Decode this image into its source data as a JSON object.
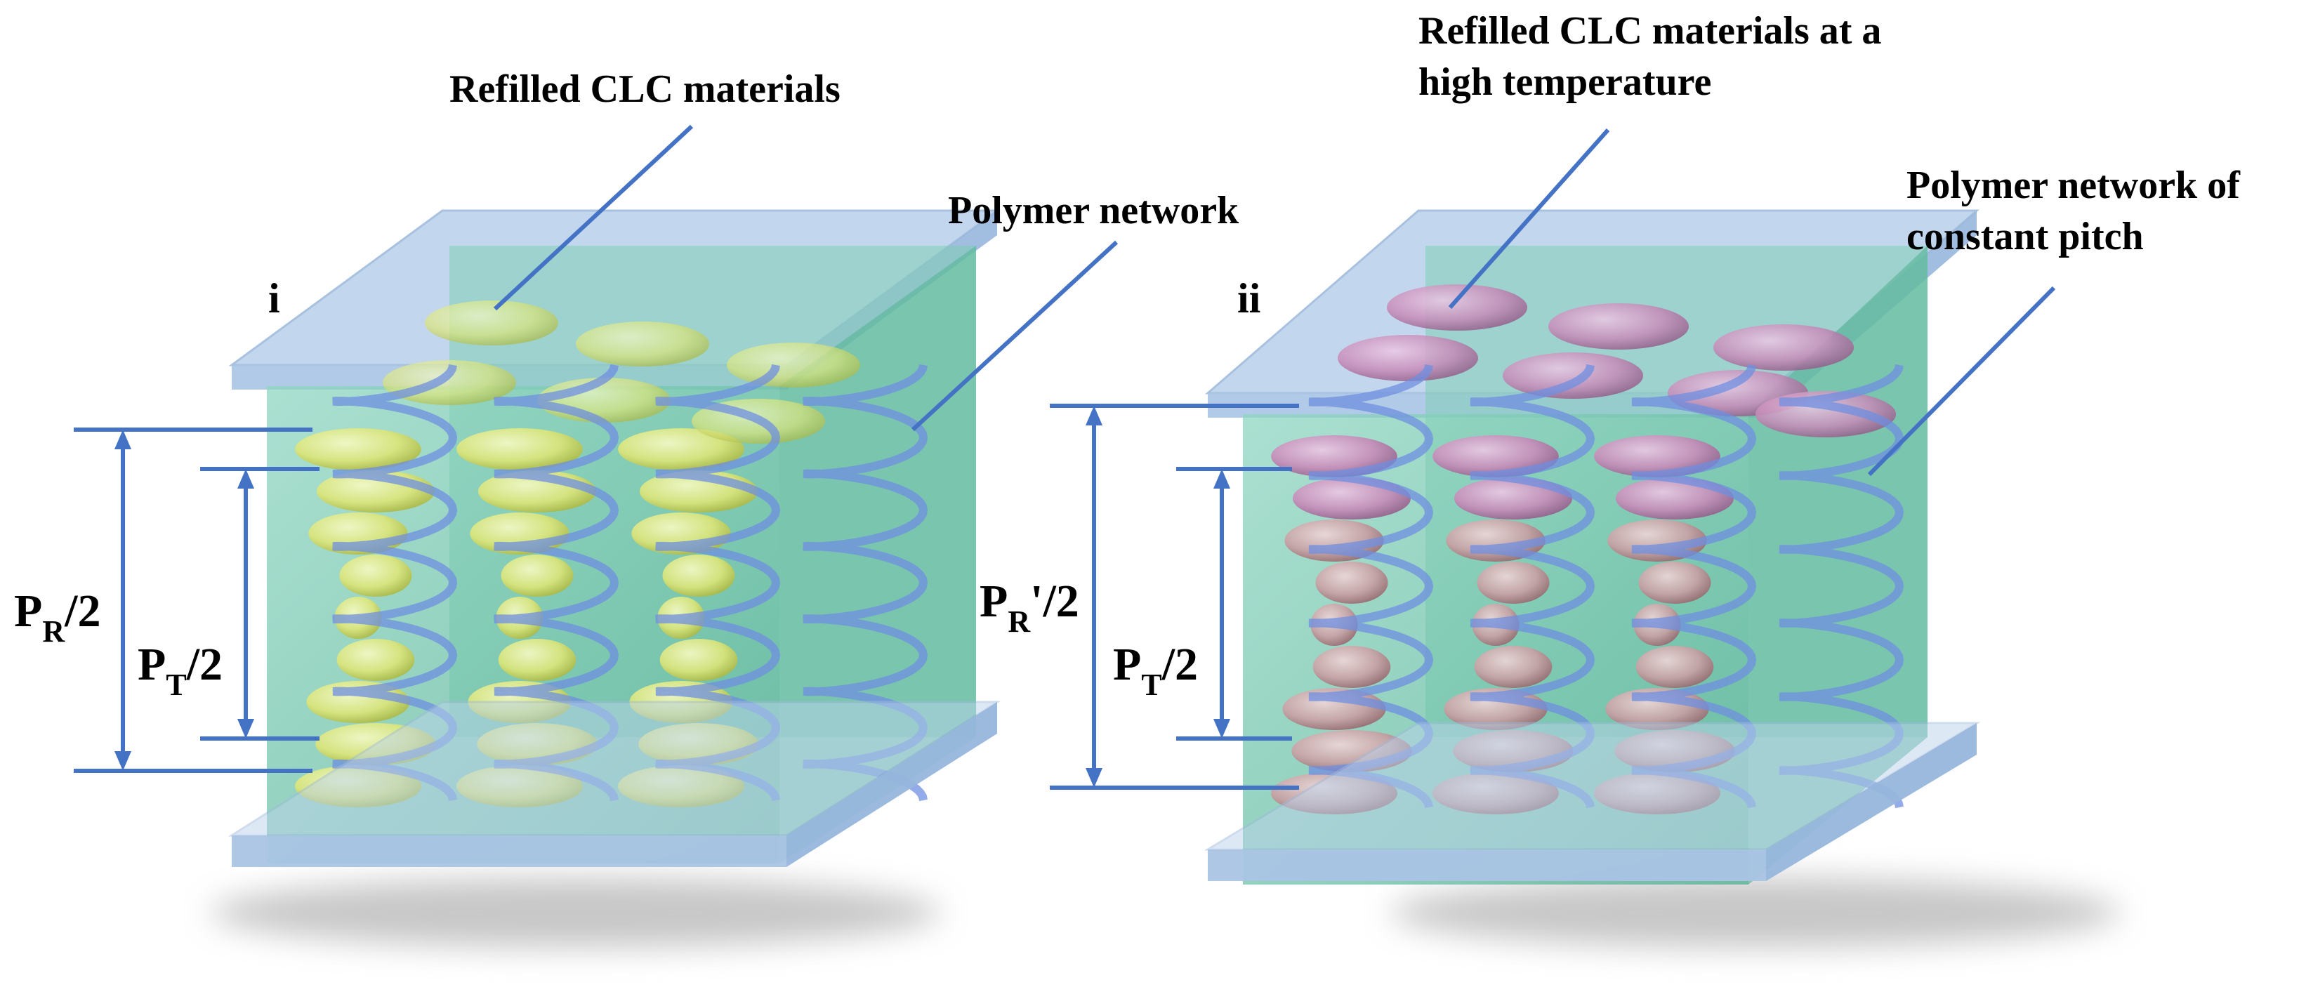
{
  "panel_i": {
    "label": "i",
    "callout_top": "Refilled CLC materials",
    "callout_right": "Polymer network",
    "pitch_outer": {
      "base": "P",
      "sub": "R",
      "tail": "/2"
    },
    "pitch_inner": {
      "base": "P",
      "sub": "T",
      "tail": "/2"
    },
    "molecule_color": "#dfe87a",
    "molecule_shade": "#9fb23a"
  },
  "panel_ii": {
    "label": "ii",
    "callout_top_line1": "Refilled CLC materials at a",
    "callout_top_line2": "high temperature",
    "callout_right_line1": "Polymer network of",
    "callout_right_line2": "constant pitch",
    "pitch_outer": {
      "base": "P",
      "sub": "R",
      "tail": "'/2"
    },
    "pitch_inner": {
      "base": "P",
      "sub": "T",
      "tail": "/2"
    },
    "molecule_color_top": "#c98ab8",
    "molecule_color_body": "#c9a0a4",
    "molecule_shade": "#8c5f66"
  },
  "colors": {
    "glass": "#bcd3ec",
    "glass_edge": "#9fbbdc",
    "cell_fill": "#6cc3a8",
    "helix": "#6f8fe0",
    "line": "#4472c4"
  }
}
